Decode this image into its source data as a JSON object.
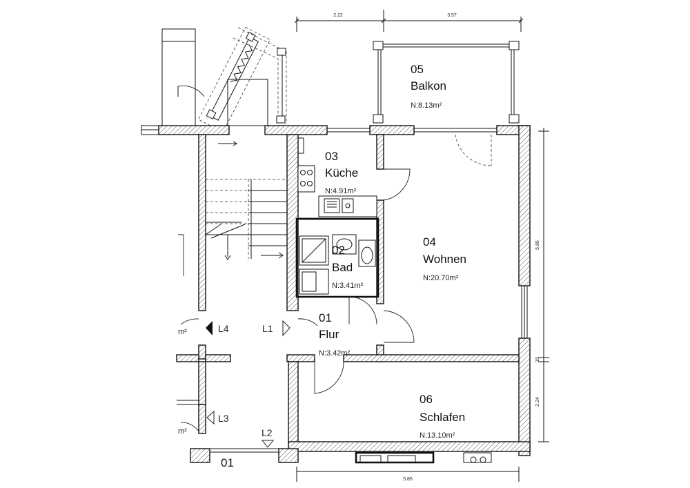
{
  "rooms": [
    {
      "number": "05",
      "name": "Balkon",
      "area": "N:8.13m²"
    },
    {
      "number": "03",
      "name": "Küche",
      "area": "N:4.91m²"
    },
    {
      "number": "02",
      "name": "Bad",
      "area": "N:3.41m²"
    },
    {
      "number": "04",
      "name": "Wohnen",
      "area": "N:20.70m²"
    },
    {
      "number": "01",
      "name": "Flur",
      "area": "N:3.42m²"
    },
    {
      "number": "06",
      "name": "Schlafen",
      "area": "N:13.10m²"
    }
  ],
  "neighbor": {
    "number": "01",
    "partial_area_1": "m²",
    "partial_area_2": "m²"
  },
  "markers": {
    "l1": "L1",
    "l2": "L2",
    "l3": "L3",
    "l4": "L4"
  },
  "dimensions": {
    "top_left": "2.22",
    "top_right": "3.57",
    "right_top": "5.85",
    "right_mid": "15",
    "right_bottom": "2.24",
    "bottom": "5.85"
  }
}
